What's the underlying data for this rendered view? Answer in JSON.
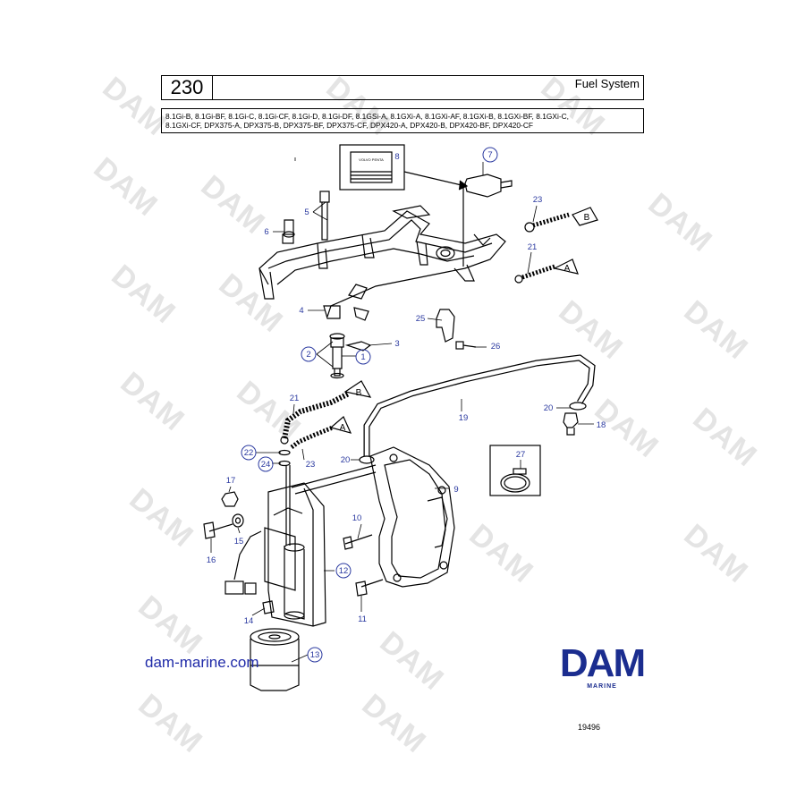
{
  "header": {
    "page_number": "230",
    "section_title": "Fuel System"
  },
  "models": {
    "line1": "8.1Gi-B, 8.1Gi-BF, 8.1Gi-C, 8.1Gi-CF, 8.1Gi-D, 8.1Gi-DF, 8.1GSi-A, 8.1GXi-A, 8.1GXi-AF, 8.1GXi-B, 8.1GXi-BF, 8.1GXi-C,",
    "line2": "8.1GXi-CF, DPX375-A, DPX375-B, DPX375-BF, DPX375-CF, DPX420-A, DPX420-B, DPX420-BF, DPX420-CF"
  },
  "parts": {
    "p1": "1",
    "p2": "2",
    "p3": "3",
    "p4": "4",
    "p5": "5",
    "p6": "6",
    "p7": "7",
    "p8": "8",
    "p9": "9",
    "p10": "10",
    "p11": "11",
    "p12": "12",
    "p13": "13",
    "p14": "14",
    "p15": "15",
    "p16": "16",
    "p17": "17",
    "p18": "18",
    "p19": "19",
    "p20a": "20",
    "p20b": "20",
    "p21a": "21",
    "p21b": "21",
    "p22": "22",
    "p23a": "23",
    "p23b": "23",
    "p24": "24",
    "p25": "25",
    "p26": "26",
    "p27": "27"
  },
  "connectors": {
    "A": "A",
    "B": "B"
  },
  "manual_label": "VOLVO PENTA",
  "website": "dam-marine.com",
  "brand": {
    "name": "DAM",
    "tagline": "MARINE"
  },
  "drawing_number": "19496",
  "watermark": "DAM",
  "colors": {
    "callout": "#2b3aa0",
    "brand": "#1b2d8f",
    "watermark": "#e4e4e4"
  }
}
